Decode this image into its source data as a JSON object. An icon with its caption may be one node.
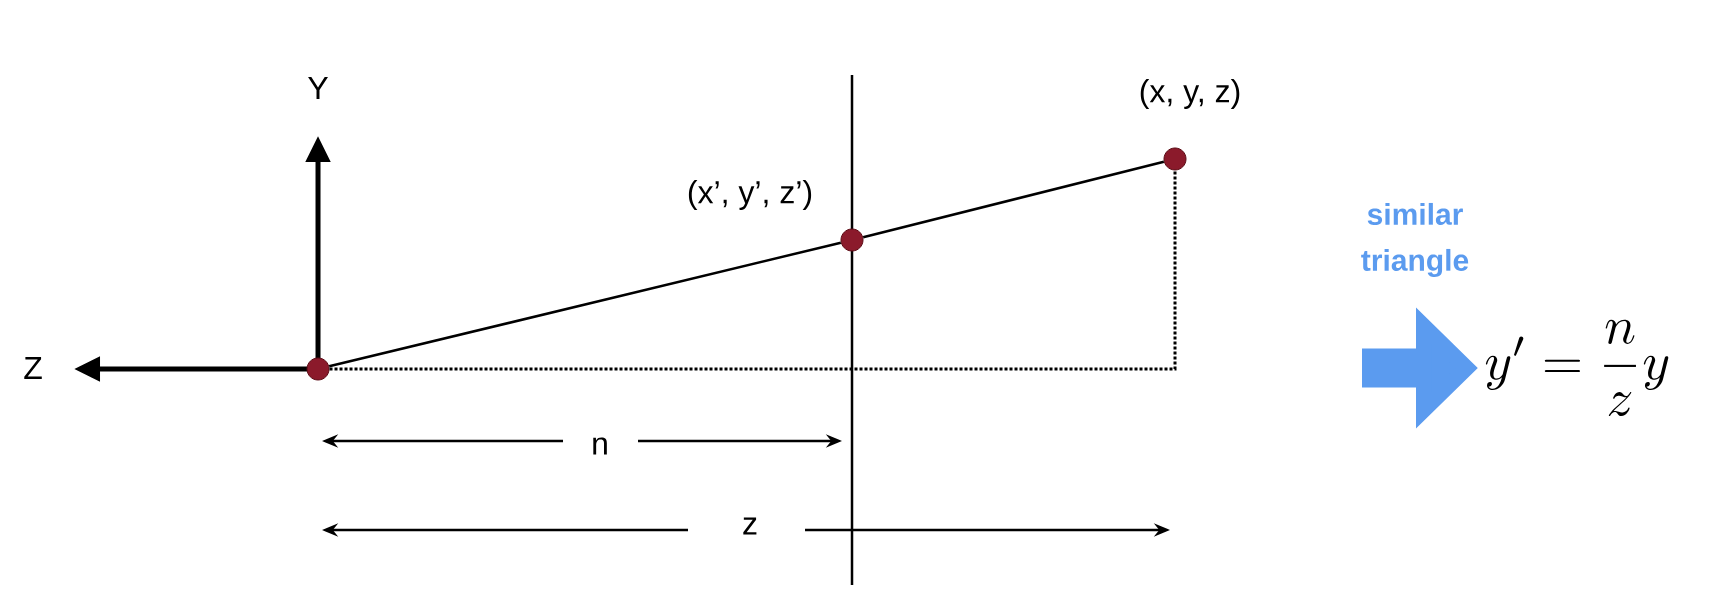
{
  "diagram": {
    "nodes": [
      {
        "text": [],
        "shape": "circle"
      },
      {
        "text": [],
        "shape": "circle",
        "beside": [
          "(x’, y’, z’)"
        ]
      },
      {
        "text": [],
        "shape": "circle",
        "beside": [
          "(x, y, z)"
        ]
      },
      {
        "text": [
          "y' = \\frac{n}{z}y"
        ]
      }
    ],
    "edges": [
      {
        "from": 0,
        "to": 1,
        "arrow": "none"
      },
      {
        "from": 1,
        "to": 2,
        "arrow": "none"
      },
      {
        "from": 0,
        "to": 2,
        "arrow": "none",
        "style": "dashed"
      },
      {
        "from": null,
        "to": 3,
        "arrow": "to",
        "label": "similar triangle",
        "style": "thick",
        "color": "#5b9bef"
      }
    ],
    "labels": [
      "Y",
      "Z",
      "n",
      "z"
    ]
  }
}
